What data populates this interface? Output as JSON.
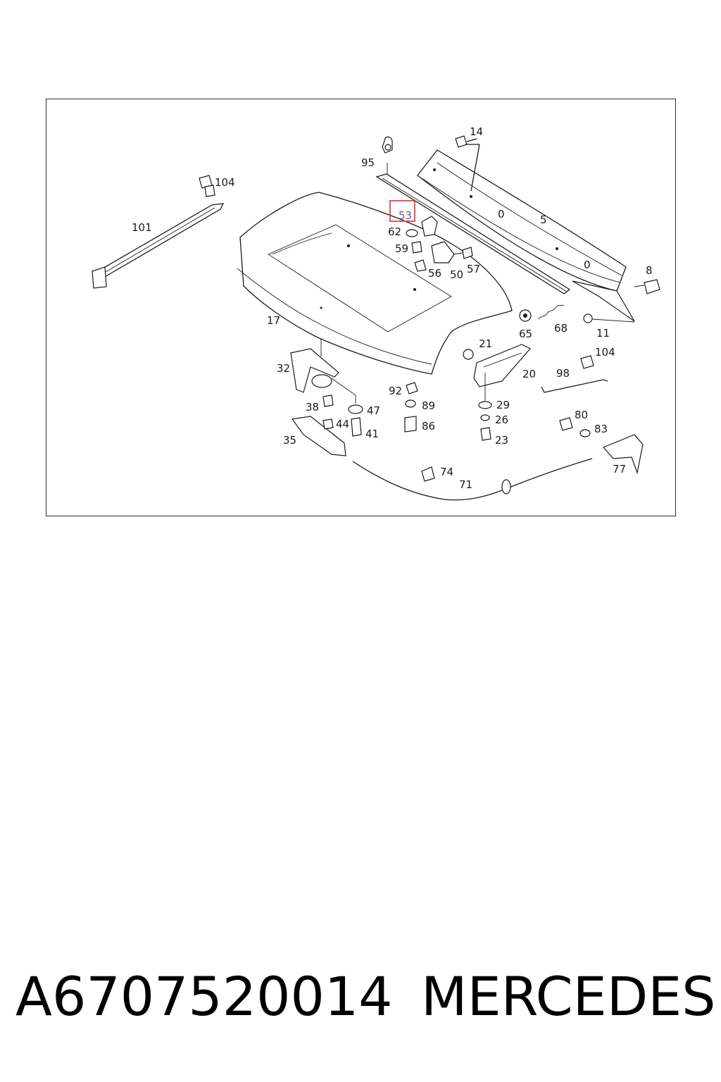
{
  "diagram": {
    "part_labels": {
      "p14": "14",
      "p95": "95",
      "p104a": "104",
      "p101": "101",
      "p5": "5",
      "p53": "53",
      "p62": "62",
      "p59": "59",
      "p56": "56",
      "p50": "50",
      "p57": "57",
      "p8": "8",
      "p17": "17",
      "p65": "65",
      "p68": "68",
      "p11": "11",
      "p21": "21",
      "p104b": "104",
      "p32": "32",
      "p20": "20",
      "p98": "98",
      "p92": "92",
      "p89": "89",
      "p29": "29",
      "p38": "38",
      "p47": "47",
      "p44": "44",
      "p86": "86",
      "p26": "26",
      "p80": "80",
      "p83": "83",
      "p35": "35",
      "p41": "41",
      "p23": "23",
      "p74": "74",
      "p77": "77",
      "p71": "71"
    },
    "highlighted_part": "53",
    "highlight_color": "#e0303a"
  },
  "caption": {
    "part_number": "A6707520014",
    "brand": "MERCEDES"
  }
}
